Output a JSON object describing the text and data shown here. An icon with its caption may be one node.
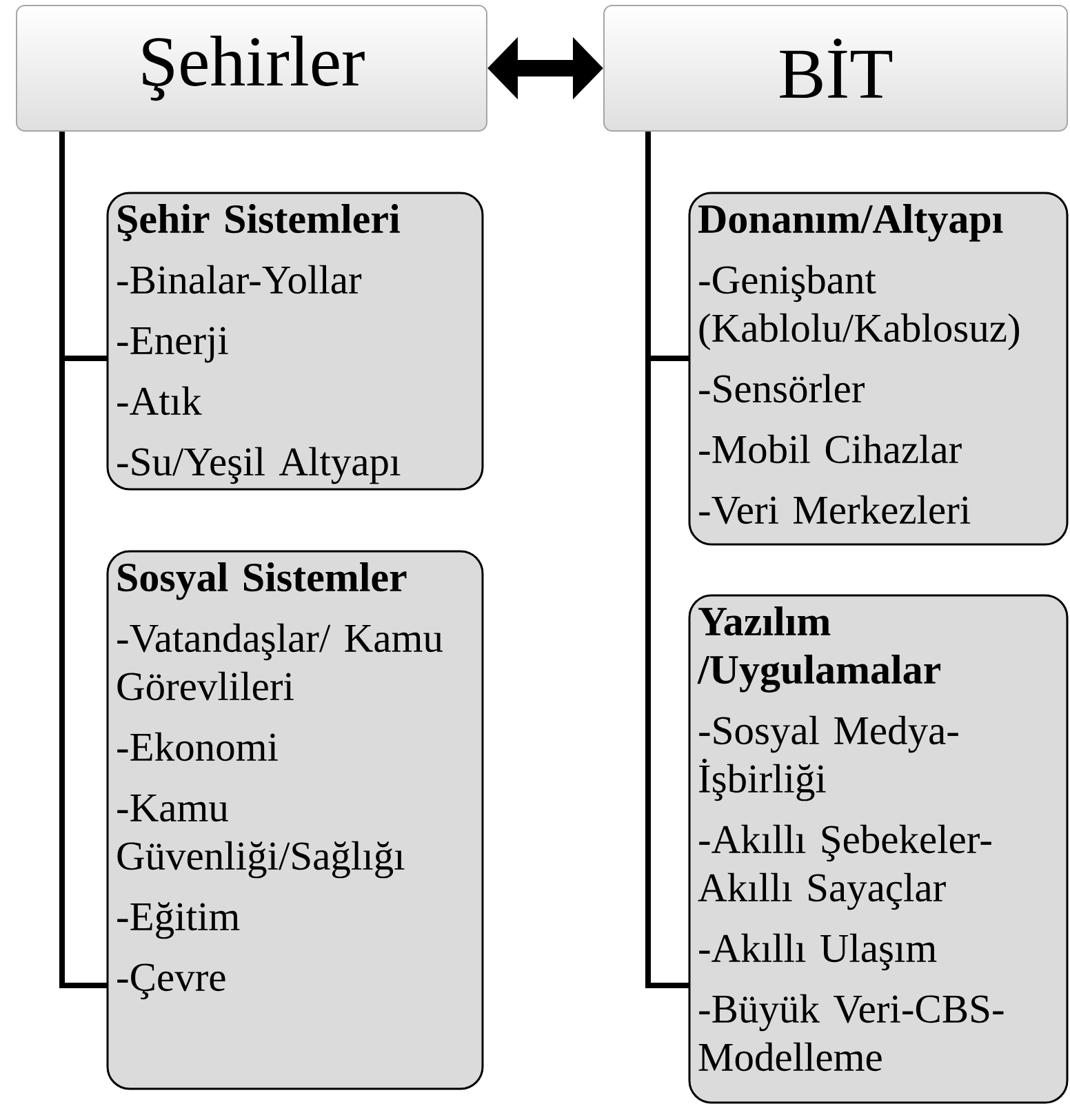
{
  "diagram": {
    "nodes": [
      {
        "text": [
          "Şehirler"
        ]
      },
      {
        "text": [
          "BİT"
        ]
      },
      {
        "text": [
          "Şehir Sistemleri",
          "-Binalar-Yollar",
          "-Enerji",
          "-Atık",
          "-Su/Yeşil Altyapı"
        ]
      },
      {
        "text": [
          "Sosyal Sistemler",
          "-Vatandaşlar/ Kamu Görevlileri",
          "-Ekonomi",
          "-Kamu Güvenliği/Sağlığı",
          "-Eğitim",
          "-Çevre"
        ]
      },
      {
        "text": [
          "Donanım/Altyapı",
          "-Genişbant (Kablolu/Kablosuz)",
          "-Sensörler",
          "-Mobil Cihazlar",
          "-Veri Merkezleri"
        ]
      },
      {
        "text": [
          "Yazılım /Uygulamalar",
          "-Sosyal Medya- İşbirliği",
          "-Akıllı Şebekeler- Akıllı Sayaçlar",
          "-Akıllı Ulaşım",
          "-Büyük Veri-CBS- Modelleme"
        ]
      }
    ],
    "edges": [
      {
        "from": 0,
        "to": 1,
        "arrow": "both",
        "style": "thick"
      },
      {
        "from": 0,
        "to": 2,
        "arrow": "none"
      },
      {
        "from": 0,
        "to": 3,
        "arrow": "none"
      },
      {
        "from": 1,
        "to": 4,
        "arrow": "none"
      },
      {
        "from": 1,
        "to": 5,
        "arrow": "none"
      }
    ]
  }
}
